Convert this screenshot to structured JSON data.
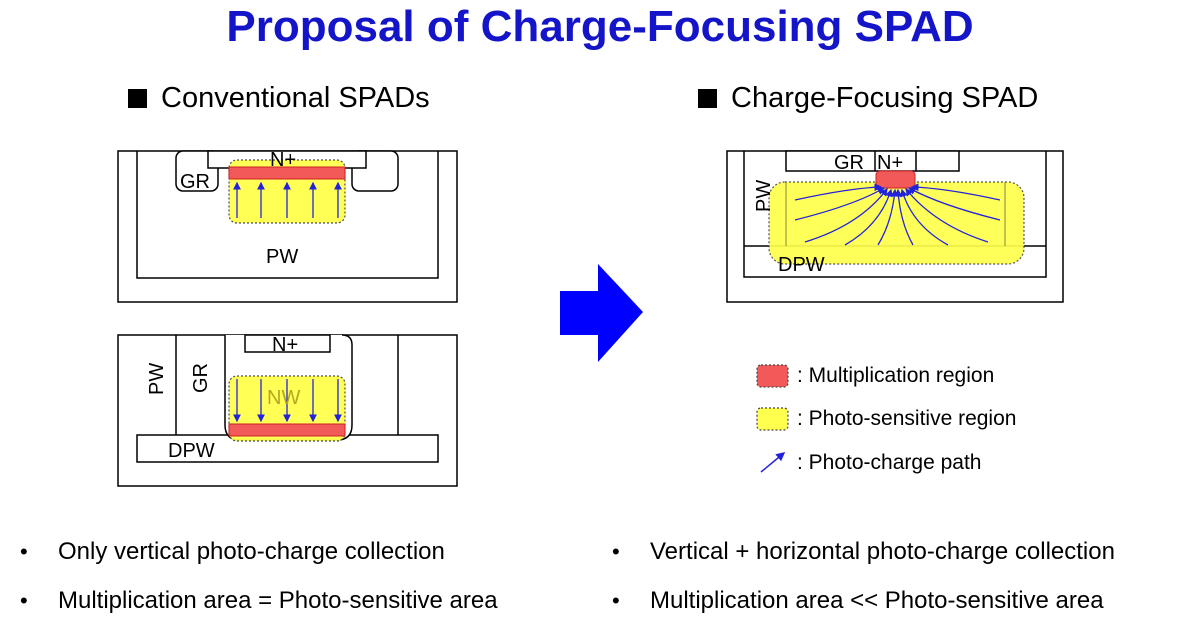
{
  "title": "Proposal of Charge-Focusing SPAD",
  "left": {
    "heading": "Conventional SPADs",
    "diagram1": {
      "gr": "GR",
      "nplus": "N+",
      "pw": "PW"
    },
    "diagram2": {
      "pw": "PW",
      "gr": "GR",
      "nplus": "N+",
      "nw": "NW",
      "dpw": "DPW"
    }
  },
  "right": {
    "heading": "Charge-Focusing SPAD",
    "diagram": {
      "gr": "GR",
      "nplus": "N+",
      "pw": "PW",
      "dpw": "DPW"
    }
  },
  "legend": [
    {
      "label": ": Multiplication region",
      "color": "#f25a5a"
    },
    {
      "label": ": Photo-sensitive region",
      "color": "#ffff4d"
    },
    {
      "label": ": Photo-charge path",
      "color": "#2222dd"
    }
  ],
  "bullets_left": [
    "Only vertical photo-charge collection",
    "Multiplication area = Photo-sensitive area"
  ],
  "bullets_right": [
    "Vertical + horizontal photo-charge collection",
    "Multiplication area << Photo-sensitive area"
  ],
  "colors": {
    "title": "#1414c8",
    "arrow": "#0000ff",
    "path": "#2222dd"
  }
}
